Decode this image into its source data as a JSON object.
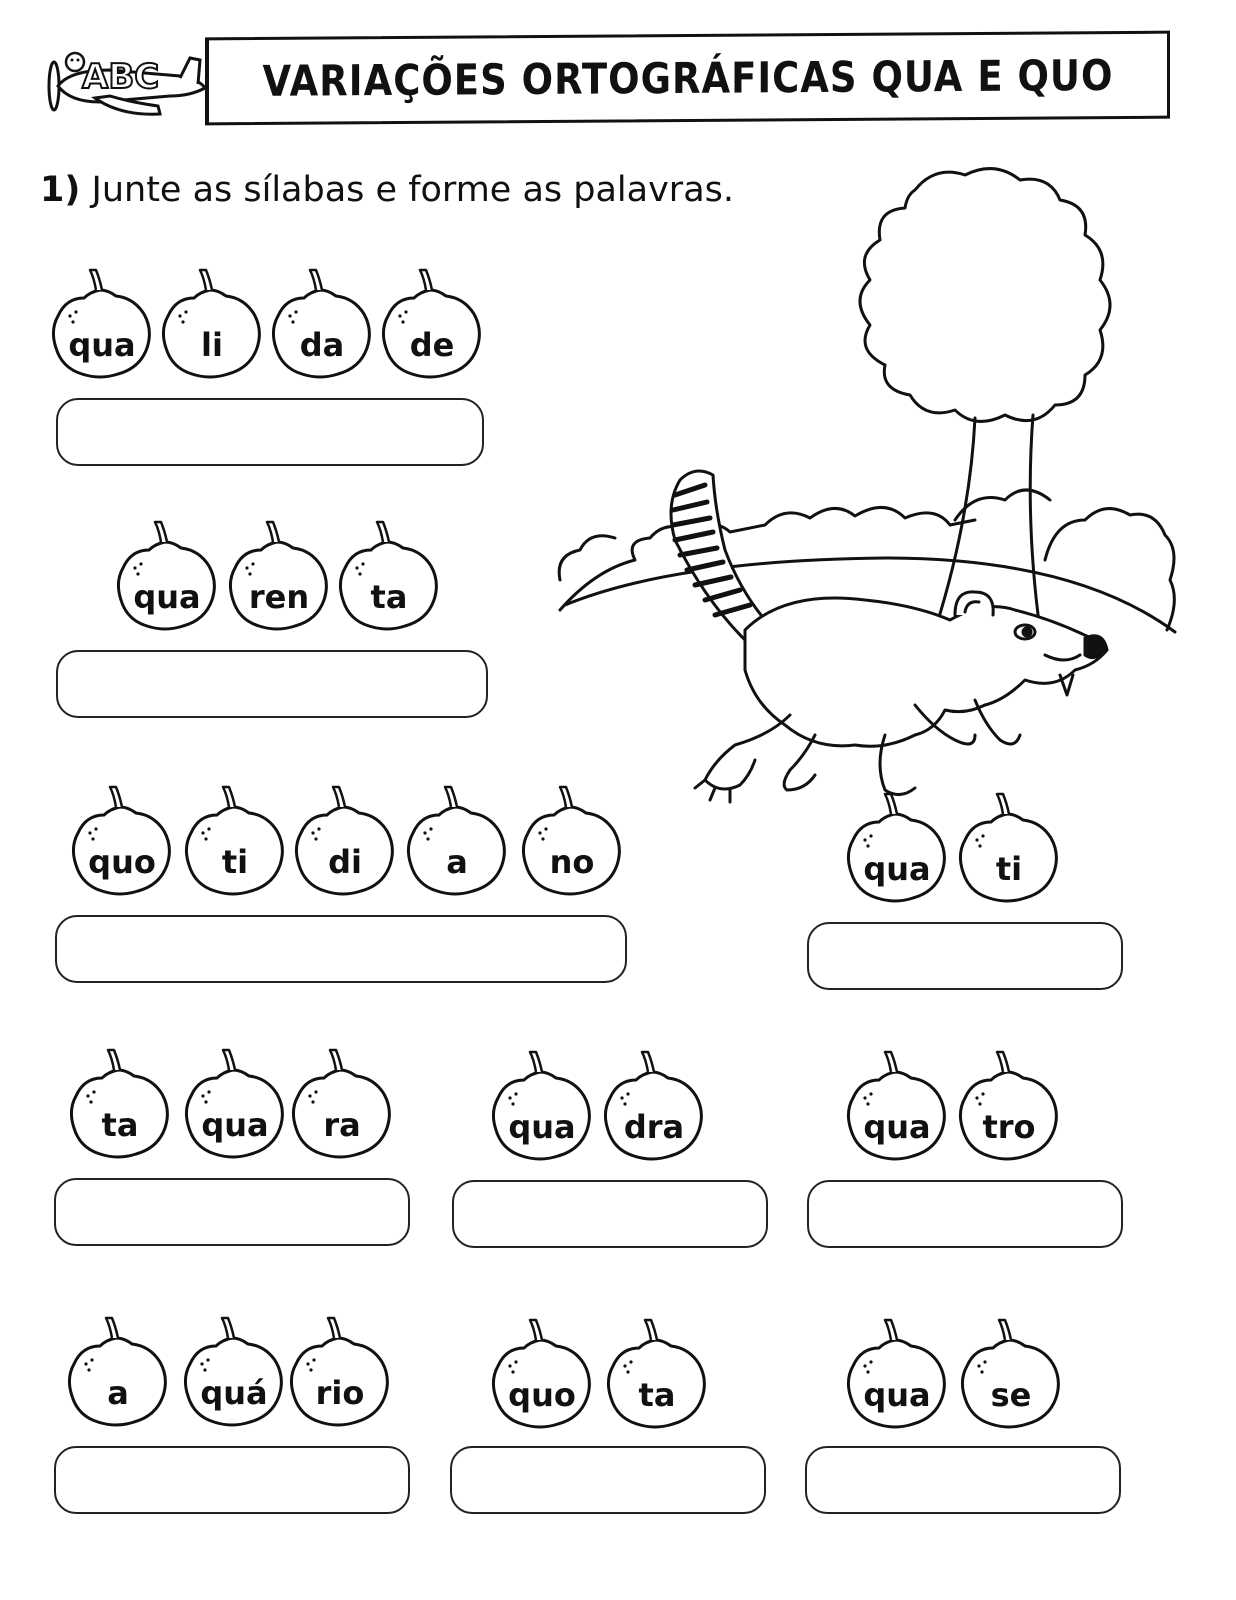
{
  "header": {
    "logo_letters": "ABC",
    "title": "VARIAÇÕES ORTOGRÁFICAS QUA E QUO"
  },
  "instruction": {
    "number": "1)",
    "text": "Junte as sílabas e forme as palavras."
  },
  "groups": [
    {
      "syllables": [
        "qua",
        "li",
        "da",
        "de"
      ]
    },
    {
      "syllables": [
        "qua",
        "ren",
        "ta"
      ]
    },
    {
      "syllables": [
        "quo",
        "ti",
        "di",
        "a",
        "no"
      ]
    },
    {
      "syllables": [
        "qua",
        "ti"
      ]
    },
    {
      "syllables": [
        "ta",
        "qua",
        "ra"
      ]
    },
    {
      "syllables": [
        "qua",
        "dra"
      ]
    },
    {
      "syllables": [
        "qua",
        "tro"
      ]
    },
    {
      "syllables": [
        "a",
        "quá",
        "rio"
      ]
    },
    {
      "syllables": [
        "quo",
        "ta"
      ]
    },
    {
      "syllables": [
        "qua",
        "se"
      ]
    }
  ]
}
